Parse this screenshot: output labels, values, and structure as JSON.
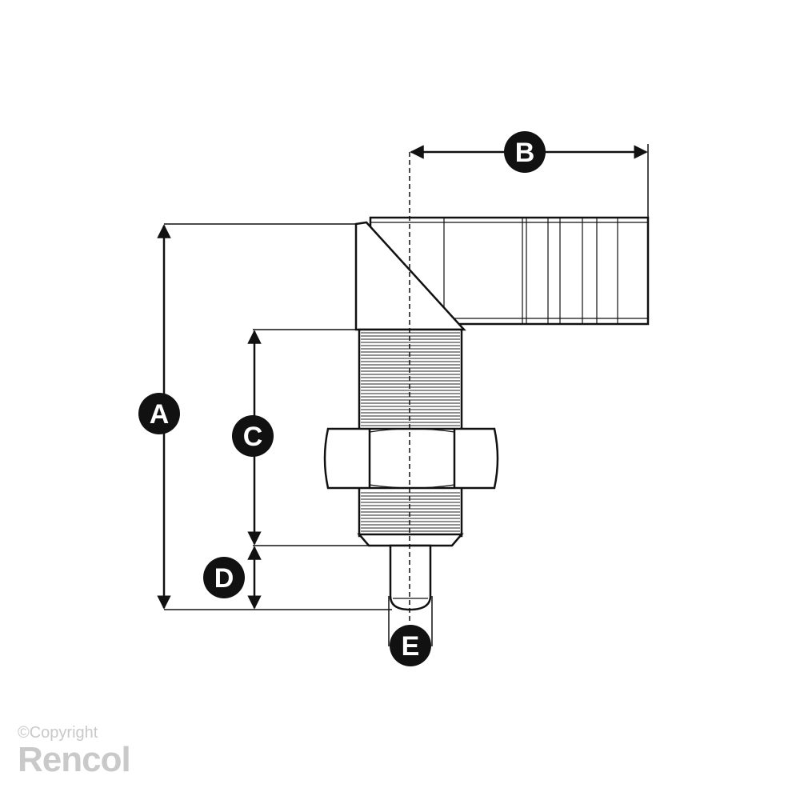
{
  "labels": {
    "a": "A",
    "b": "B",
    "c": "C",
    "d": "D",
    "e": "E"
  },
  "copyright": {
    "line1": "©Copyright",
    "line2": "Rencol"
  },
  "colors": {
    "ink": "#111111",
    "watermark": "#c9c9c9",
    "background": "#ffffff"
  }
}
